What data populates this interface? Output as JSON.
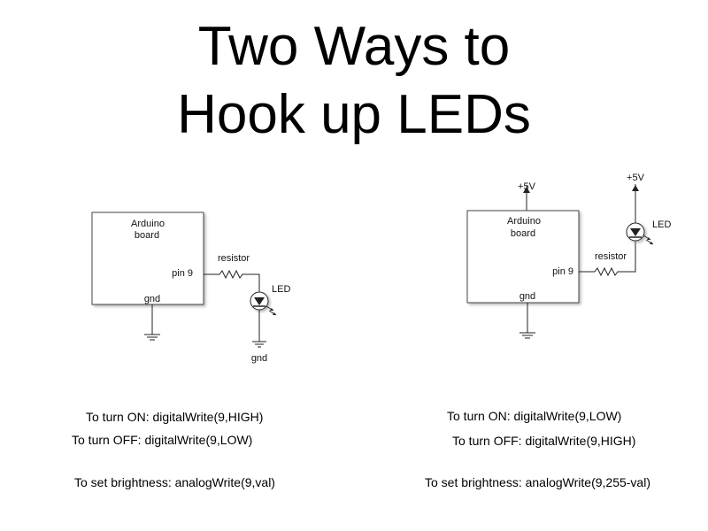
{
  "title": {
    "line1": "Two Ways to",
    "line2": "Hook up LEDs"
  },
  "circuit_left": {
    "board_label_1": "Arduino",
    "board_label_2": "board",
    "pin_label": "pin 9",
    "gnd_label": "gnd",
    "resistor_label": "resistor",
    "led_label": "LED",
    "ground_label": "gnd"
  },
  "circuit_right": {
    "board_label_1": "Arduino",
    "board_label_2": "board",
    "pin_label": "pin 9",
    "gnd_label": "gnd",
    "resistor_label": "resistor",
    "led_label": "LED",
    "supply_board_label": "+5V",
    "supply_led_label": "+5V"
  },
  "captions_left": {
    "on": "To turn ON: digitalWrite(9,HIGH)",
    "off": "To turn OFF: digitalWrite(9,LOW)",
    "brightness": "To set brightness: analogWrite(9,val)"
  },
  "captions_right": {
    "on": "To turn ON: digitalWrite(9,LOW)",
    "off": "To turn OFF: digitalWrite(9,HIGH)",
    "brightness": "To set brightness: analogWrite(9,255-val)"
  }
}
